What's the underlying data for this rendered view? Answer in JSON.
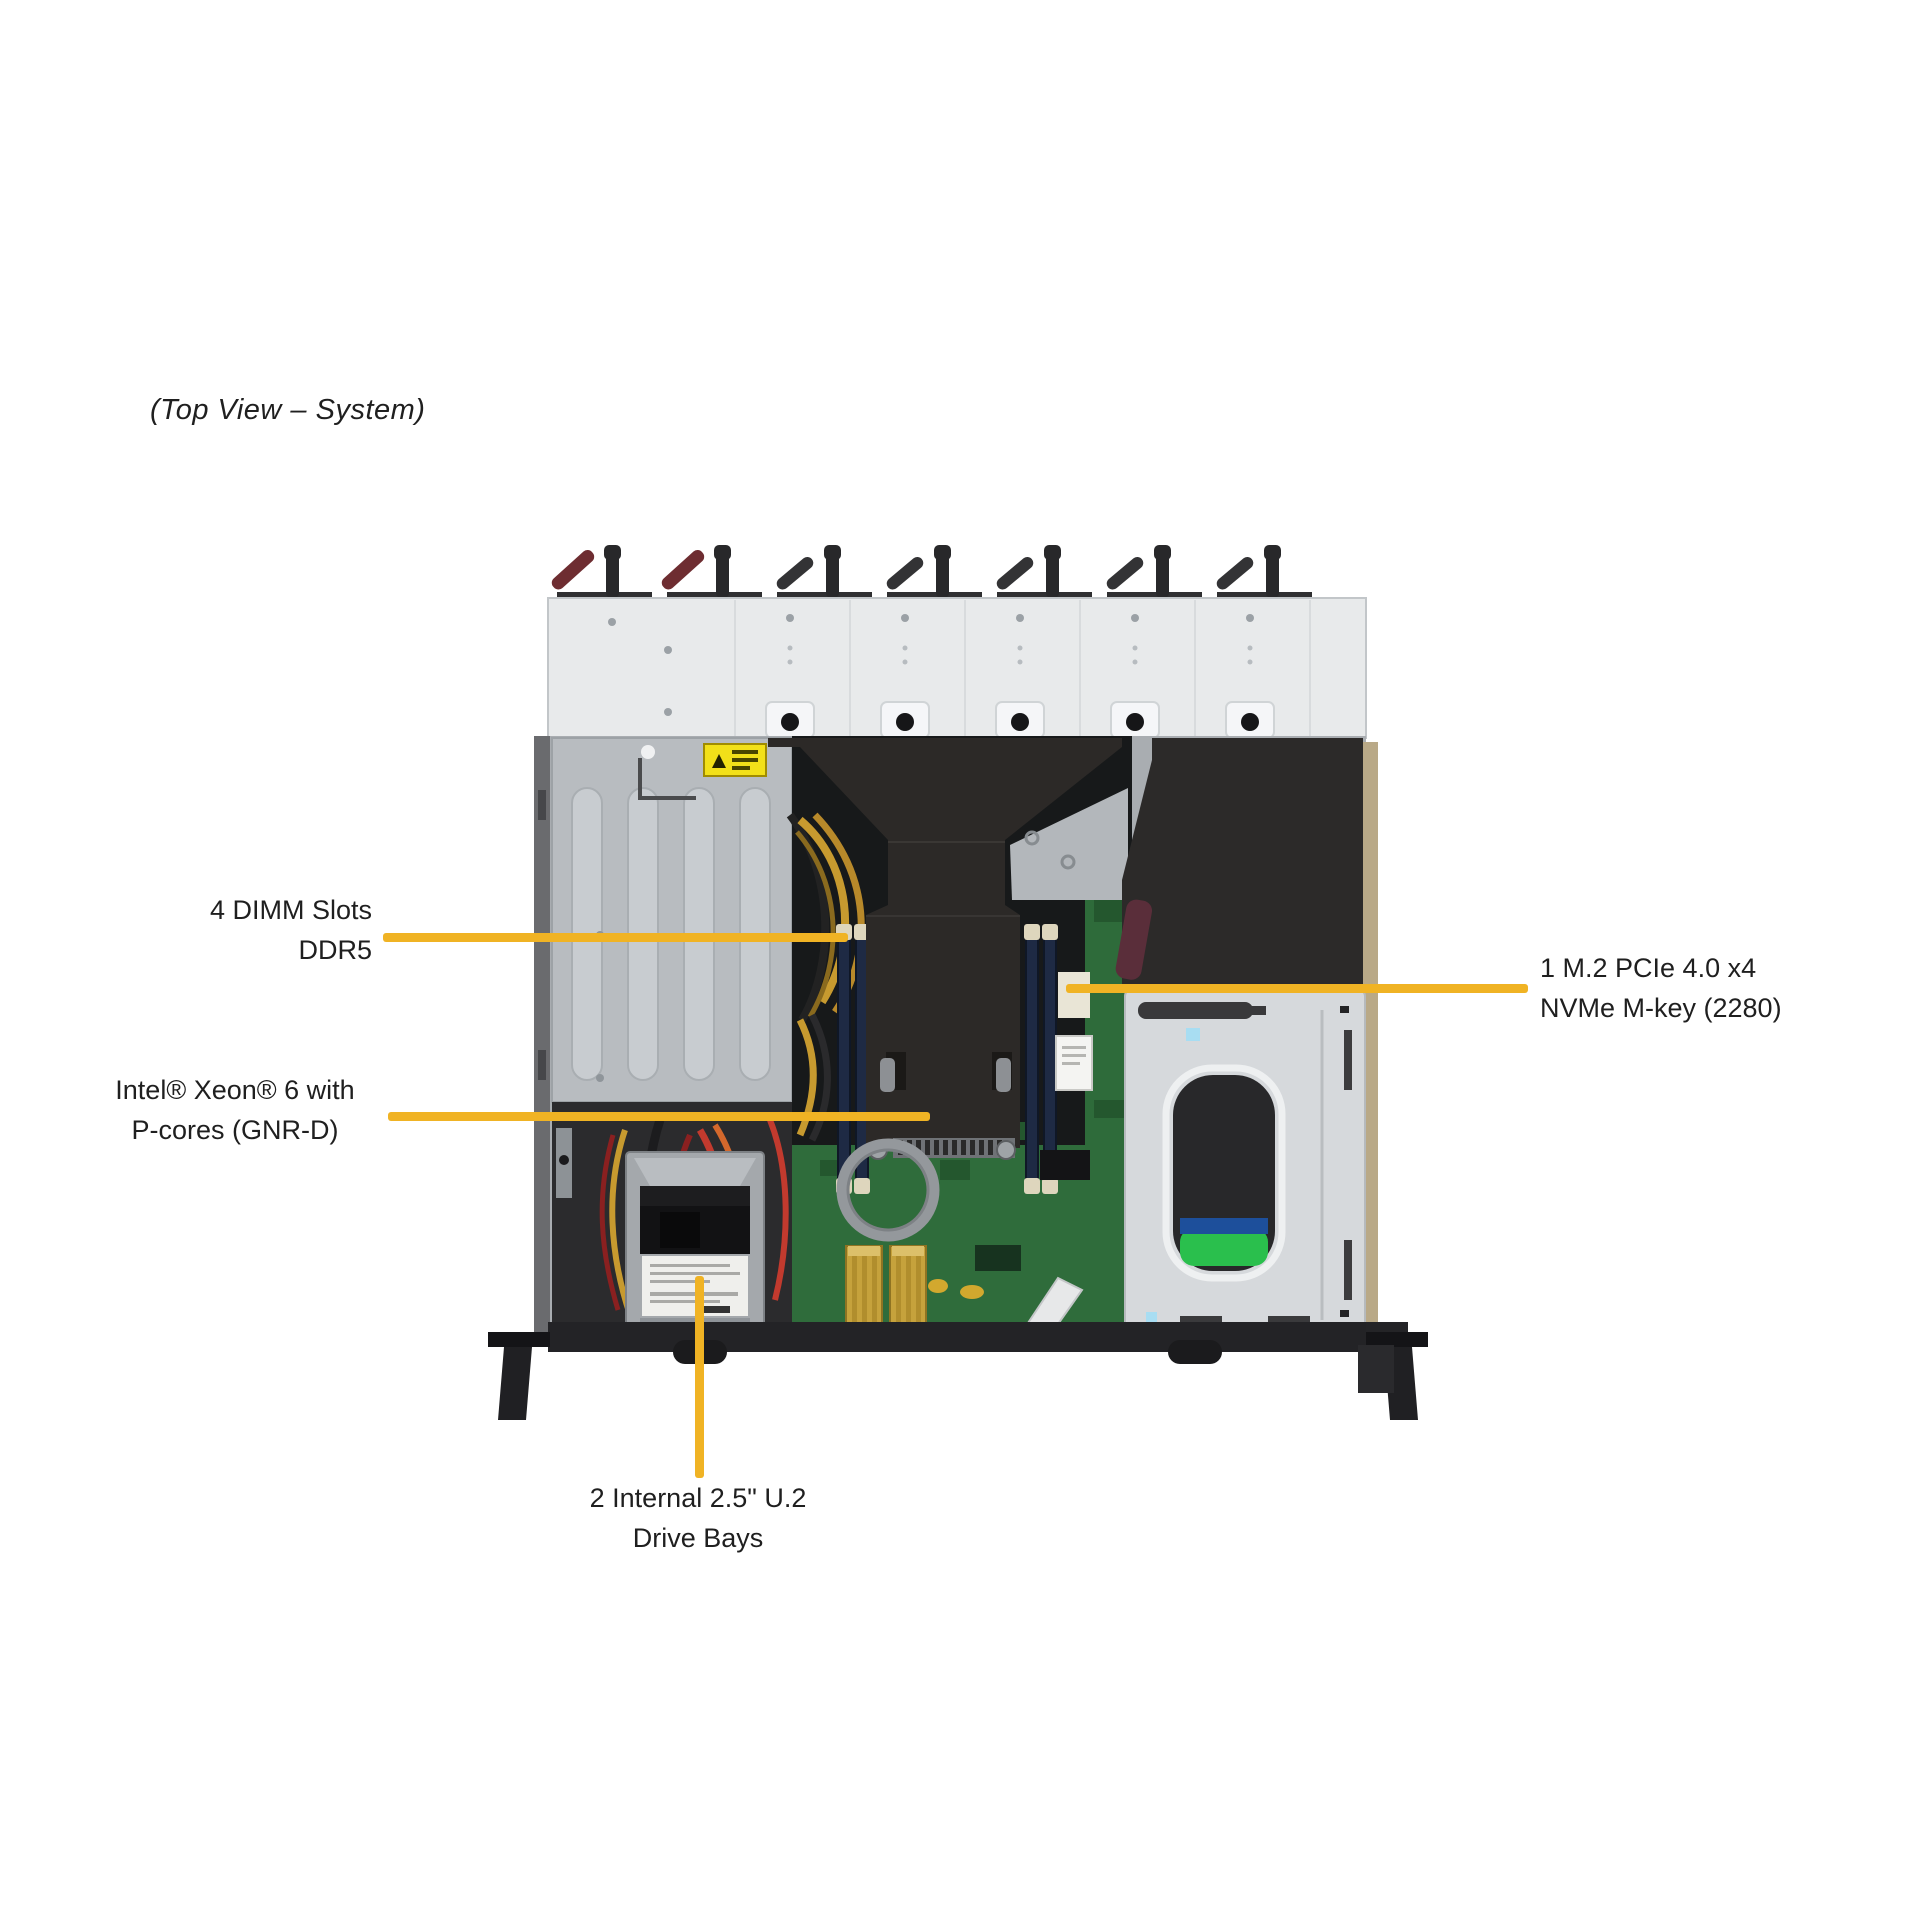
{
  "title": "(Top View – System)",
  "colors": {
    "callout_line": "#F0B324",
    "label_text": "#1F1F1F",
    "warning_label": "#F2E019",
    "drive_accent_green": "#2ABF4D",
    "drive_accent_blue": "#1D4F9B"
  },
  "callouts": [
    {
      "id": "dimm",
      "target": "dimm-slots",
      "lines": [
        "4 DIMM Slots",
        "DDR5"
      ]
    },
    {
      "id": "cpu",
      "target": "cpu-heatsink",
      "lines": [
        "Intel® Xeon® 6 with",
        "P-cores (GNR-D)"
      ]
    },
    {
      "id": "m2",
      "target": "m2-slot",
      "lines": [
        "1 M.2 PCIe 4.0 x4",
        "NVMe M-key (2280)"
      ]
    },
    {
      "id": "drive",
      "target": "drive-bays",
      "lines": [
        "2 Internal 2.5\" U.2",
        "Drive Bays"
      ]
    }
  ]
}
